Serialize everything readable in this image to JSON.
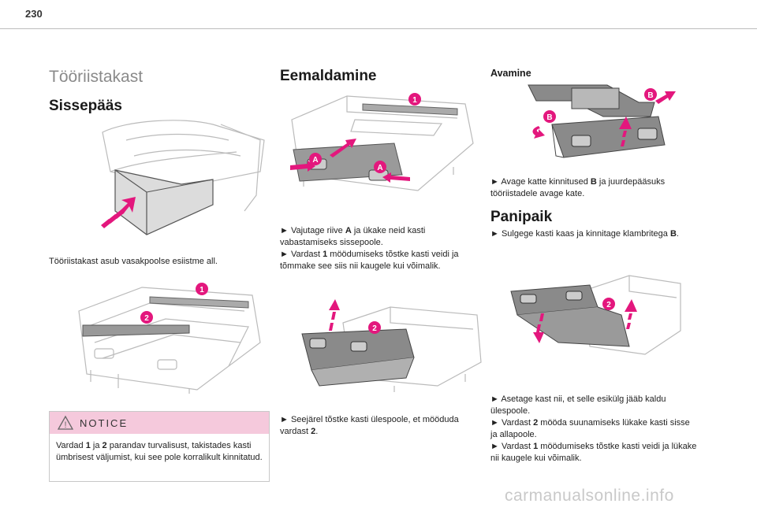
{
  "page_number": "230",
  "col1": {
    "title": "Tööriistakast",
    "subtitle": "Sissepääs",
    "caption": "Tööriistakast asub vasakpoolse esiistme all.",
    "notice": {
      "title": "NOTICE",
      "text_before": "Vardad ",
      "b1": "1",
      "text_mid": " ja ",
      "b2": "2",
      "text_after": " parandav turvalisust, takistades kasti ümbrisest väljumist, kui see pole korralikult kinnitatud."
    }
  },
  "col2": {
    "title": "Eemaldamine",
    "p1_before": "► Vajutage riive ",
    "p1_bold": "A",
    "p1_after": " ja ükake neid kasti vabastamiseks sissepoole.",
    "p2_before": "► Vardast ",
    "p2_bold": "1",
    "p2_after": " möödumiseks tõstke kasti veidi ja tõmmake see siis nii kaugele kui võimalik.",
    "p3_before": "► Seejärel tõstke kasti ülespoole, et mööduda vardast ",
    "p3_bold": "2",
    "p3_after": "."
  },
  "col3": {
    "title_open": "Avamine",
    "open_before": "► Avage katte kinnitused ",
    "open_bold": "B",
    "open_after": " ja juurdepääsuks tööriistadele avage kate.",
    "title_place": "Panipaik",
    "place_before": "► Sulgege kasti kaas ja kinnitage klambritega ",
    "place_bold": "B",
    "place_after": ".",
    "s1": "► Asetage kast nii, et selle esikülg jääb kaldu ülespoole.",
    "s2_before": "► Vardast ",
    "s2_bold": "2",
    "s2_after": " mööda suunamiseks lükake kasti sisse ja allapoole.",
    "s3_before": "► Vardast ",
    "s3_bold": "1",
    "s3_after": " möödumiseks tõstke kasti veidi ja lükake nii kaugele kui võimalik."
  },
  "badges": {
    "one": "1",
    "two": "2",
    "a": "A",
    "b": "B"
  },
  "warning_glyph": "!",
  "watermark": "carmanualsonline.info",
  "colors": {
    "accent": "#e3177d",
    "notice_bg": "#f5c9dc",
    "heading_gray": "#8a8a8a"
  }
}
